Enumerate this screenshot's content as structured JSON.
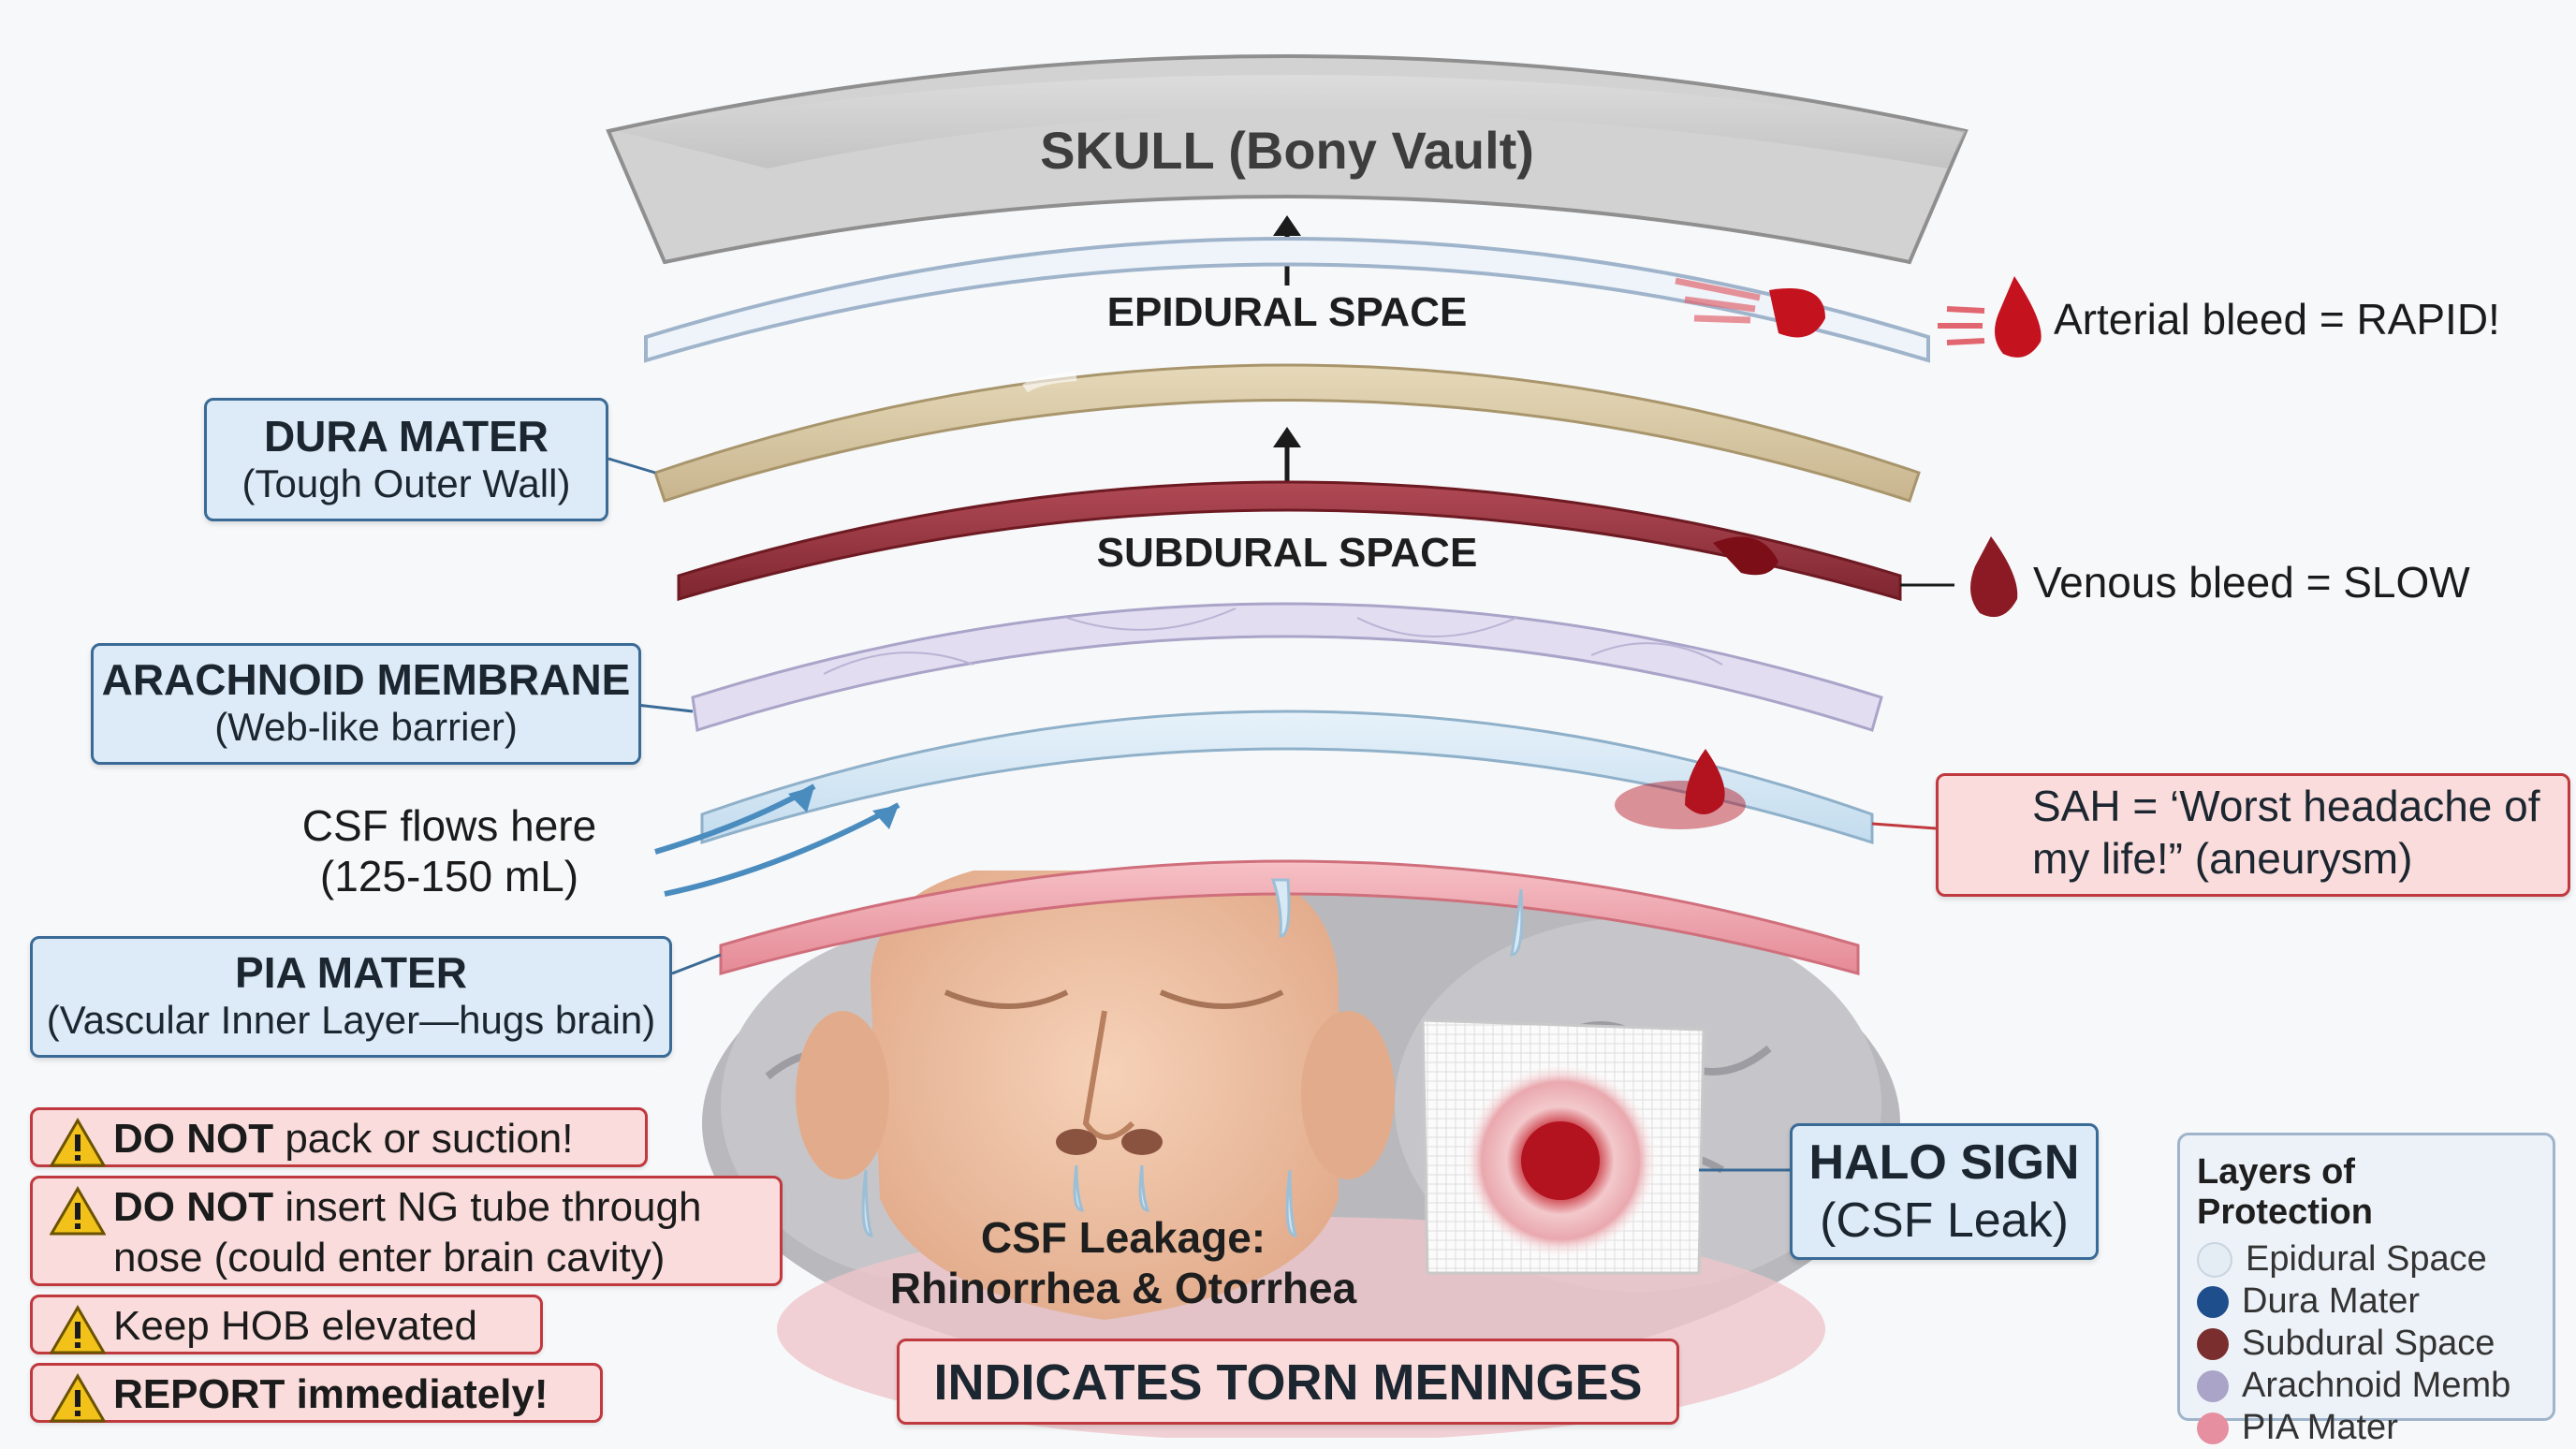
{
  "layers": {
    "skull": "SKULL (Bony Vault)",
    "epidural_space": "EPIDURAL SPACE",
    "subdural_space": "SUBDURAL SPACE"
  },
  "boxes": {
    "dura": {
      "title": "DURA MATER",
      "subtitle": "(Tough Outer Wall)"
    },
    "arachnoid": {
      "title": "ARACHNOID MEMBRANE",
      "subtitle": "(Web-like barrier)"
    },
    "pia": {
      "title": "PIA MATER",
      "subtitle": "(Vascular Inner Layer—hugs brain)"
    }
  },
  "csf_flow": {
    "line1": "CSF flows here",
    "line2": "(125-150 mL)"
  },
  "bleeds": {
    "arterial": "Arterial bleed = RAPID!",
    "venous": "Venous bleed = SLOW",
    "sah_line1": "SAH = ‘Worst headache of",
    "sah_line2": "my life!” (aneurysm)"
  },
  "warnings": [
    {
      "bold": "DO NOT",
      "rest": " pack or suction!",
      "line2": ""
    },
    {
      "bold": "DO NOT",
      "rest": " insert NG tube through",
      "line2": "nose (could enter brain cavity)"
    },
    {
      "bold": "",
      "rest": "Keep HOB elevated",
      "line2": ""
    },
    {
      "bold": "REPORT immediately!",
      "rest": "",
      "line2": ""
    }
  ],
  "leak": {
    "line1": "CSF Leakage:",
    "line2": "Rhinorrhea & Otorrhea"
  },
  "banner": "INDICATES TORN MENINGES",
  "halo": {
    "line1": "HALO SIGN",
    "line2": "(CSF Leak)"
  },
  "legend": {
    "title": "Layers of Protection",
    "items": [
      {
        "label": "Epidural Space",
        "color": "#e4ecf4"
      },
      {
        "label": "Dura Mater",
        "color": "#1f4e8c"
      },
      {
        "label": "Subdural Space",
        "color": "#7a2e2e"
      },
      {
        "label": "Arachnoid Memb",
        "color": "#a9a4c8"
      },
      {
        "label": "PIA Mater",
        "color": "#e58fa0"
      }
    ]
  },
  "colors": {
    "warning_border": "#c0393f",
    "warning_fill": "#f9dcdb",
    "info_border": "#3a6a96",
    "info_fill": "#dcebf7",
    "blood": "#b3121f"
  }
}
